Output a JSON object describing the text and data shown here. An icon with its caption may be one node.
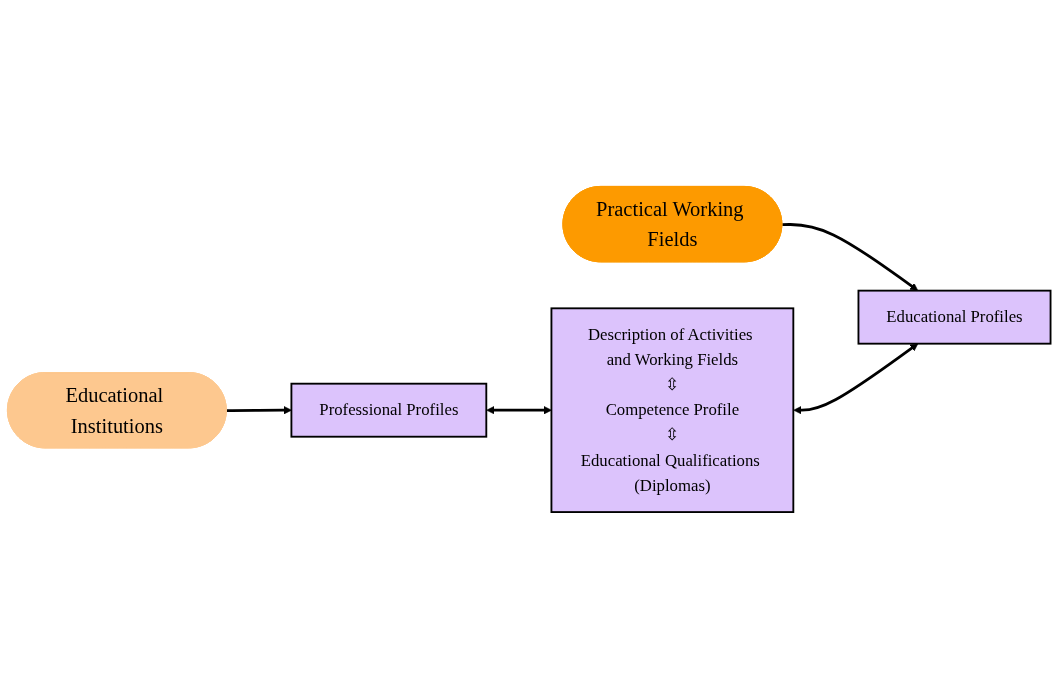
{
  "diagram": {
    "nodes": [
      {
        "text": [
          "Practical Working Fields"
        ]
      },
      {
        "text": [
          "Professional Profiles"
        ]
      },
      {
        "text": [
          "Description of Activities and Working Fields",
          "⇳",
          "Competence Profile",
          "⇳",
          "Educational Qualifications (Diplomas)"
        ]
      },
      {
        "text": [
          "Educational Institutions"
        ]
      },
      {
        "text": [
          "Educational Profiles"
        ]
      }
    ],
    "edges": [
      {
        "from": 1,
        "to": 2,
        "arrow": "both"
      },
      {
        "from": 0,
        "to": 4,
        "arrow": "to"
      },
      {
        "from": 3,
        "to": 1,
        "arrow": "to"
      },
      {
        "from": 2,
        "to": 4,
        "arrow": "both"
      }
    ]
  }
}
